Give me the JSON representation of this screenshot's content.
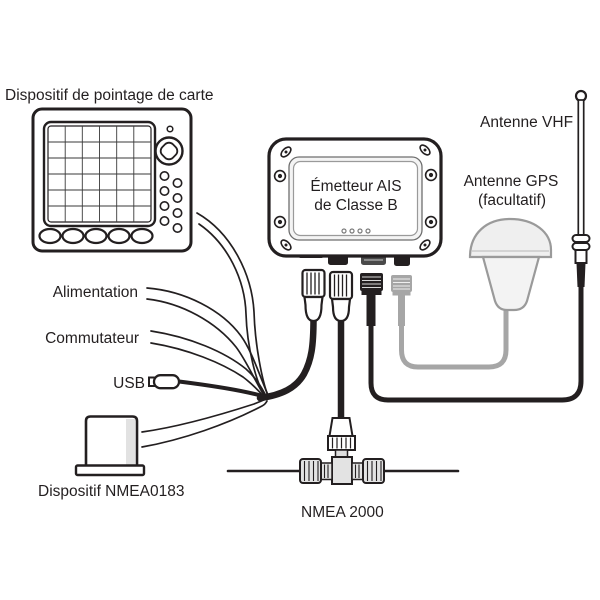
{
  "labels": {
    "chart_plotter": "Dispositif de pointage de carte",
    "ais_box_line1": "Émetteur AIS",
    "ais_box_line2": "de Classe B",
    "vhf_antenna": "Antenne VHF",
    "gps_antenna": "Antenne GPS",
    "gps_antenna_note": "(facultatif)",
    "power": "Alimentation",
    "switch": "Commutateur",
    "usb": "USB",
    "nmea0183_device": "Dispositif NMEA0183",
    "nmea2000_bus": "NMEA 2000"
  },
  "colors": {
    "ink": "#231f20",
    "gray_accessory": "#a6a6a6",
    "light_fill": "#efefef",
    "background": "#ffffff"
  }
}
